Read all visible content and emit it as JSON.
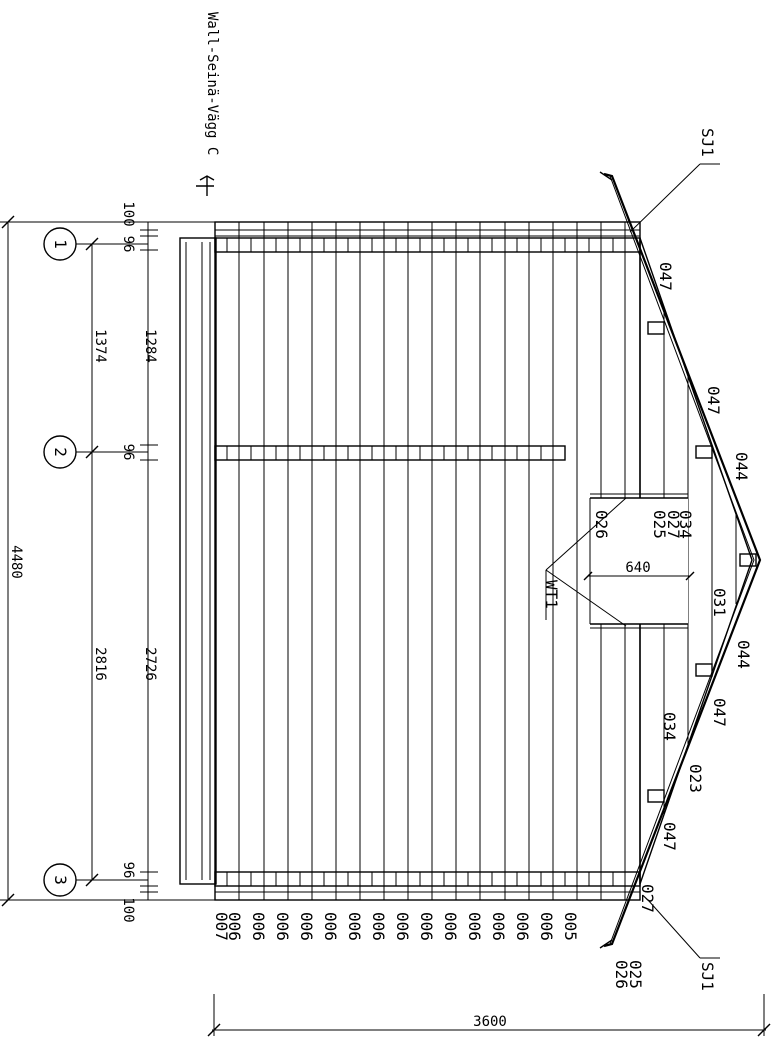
{
  "view_label": "Wall-Seinä-Vägg C",
  "arrow_symbol": "→",
  "grid_markers": [
    "1",
    "2",
    "3"
  ],
  "dims_outer": [
    "100",
    "96",
    "1284",
    "96",
    "2726",
    "96",
    "100"
  ],
  "dims_inner": [
    "1374",
    "2816"
  ],
  "total_height": "4480",
  "total_width": "3600",
  "opening_width": "640",
  "log_labels": [
    "007",
    "006",
    "006",
    "006",
    "006",
    "006",
    "006",
    "006",
    "006",
    "006",
    "006",
    "006",
    "006",
    "006",
    "006",
    "005"
  ],
  "bottom_log_code": "006",
  "right_codes": {
    "top_047a": "047",
    "top_047b": "047",
    "ridge_044a": "044",
    "ridge_031": "031",
    "ridge_044b": "044",
    "low_047a": "047",
    "low_023": "023",
    "low_047b": "047",
    "low_027": "027",
    "low_025": "025",
    "low_026": "026",
    "mid_034": "034",
    "mid_034b": "034"
  },
  "opening_codes": [
    "034",
    "027",
    "025",
    "026"
  ],
  "window_tag": "WT1",
  "section_tag": "SJ1"
}
